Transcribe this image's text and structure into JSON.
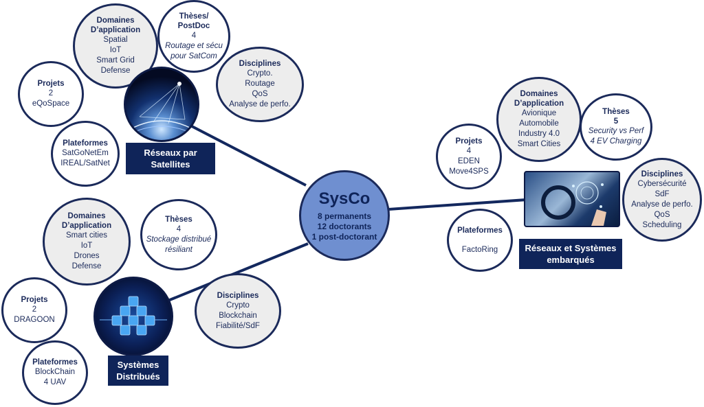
{
  "center": {
    "title": "SysCo",
    "lines": [
      "8 permanents",
      "12 doctorants",
      "1 post-doctorant"
    ]
  },
  "satellites": {
    "label_line1": "Réseaux par",
    "label_line2": "Satellites",
    "domaines": {
      "title_line1": "Domaines",
      "title_line2": "D’application",
      "items": [
        "Spatial",
        "IoT",
        "Smart Grid",
        "Defense"
      ]
    },
    "theses": {
      "title_line1": "Thèses/",
      "title_line2": "PostDoc",
      "count": "4",
      "note_line1": "Routage et sécu",
      "note_line2": "pour SatCom"
    },
    "disciplines": {
      "title": "Disciplines",
      "items": [
        "Crypto.",
        "Routage",
        "QoS",
        "Analyse de perfo."
      ]
    },
    "projets": {
      "title": "Projets",
      "items": [
        "2",
        "eQoSpace"
      ]
    },
    "plateformes": {
      "title": "Plateformes",
      "items": [
        "SatGoNetEm",
        "IREAL/SatNet"
      ]
    }
  },
  "distribues": {
    "label_line1": "Systèmes",
    "label_line2": "Distribués",
    "domaines": {
      "title_line1": "Domaines",
      "title_line2": "D’application",
      "items": [
        "Smart cities",
        "IoT",
        "Drones",
        "Defense"
      ]
    },
    "theses": {
      "title": "Thèses",
      "count": "4",
      "note_line1": "Stockage distribué",
      "note_line2": "résiliant"
    },
    "disciplines": {
      "title": "Disciplines",
      "items": [
        "Crypto",
        "Blockchain",
        "Fiabilité/SdF"
      ]
    },
    "projets": {
      "title": "Projets",
      "items": [
        "2",
        "DRAGOON"
      ]
    },
    "plateformes": {
      "title": "Plateformes",
      "items": [
        "BlockChain",
        "4  UAV"
      ]
    }
  },
  "embarques": {
    "label_line1": "Réseaux et Systèmes",
    "label_line2": "embarqués",
    "domaines": {
      "title_line1": "Domaines",
      "title_line2": "D’application",
      "items": [
        "Avionique",
        "Automobile",
        "Industry 4.0",
        "Smart Cities"
      ]
    },
    "theses": {
      "title": "Thèses",
      "count": "5",
      "note_line1": "Security vs Perf",
      "note_line2": "4 EV Charging"
    },
    "disciplines": {
      "title": "Disciplines",
      "items": [
        "Cybersécurité",
        "SdF",
        "Analyse de perfo.",
        "QoS",
        "Scheduling"
      ]
    },
    "projets": {
      "title": "Projets",
      "items": [
        "4",
        "EDEN",
        "Move4SPS"
      ]
    },
    "plateformes": {
      "title": "Plateformes",
      "items": [
        "FactoRing"
      ]
    }
  },
  "colors": {
    "navy": "#0f2459",
    "center_fill": "#6f8fd0",
    "bubble_fill": "#ededed",
    "outline": "#1b2a5a"
  }
}
